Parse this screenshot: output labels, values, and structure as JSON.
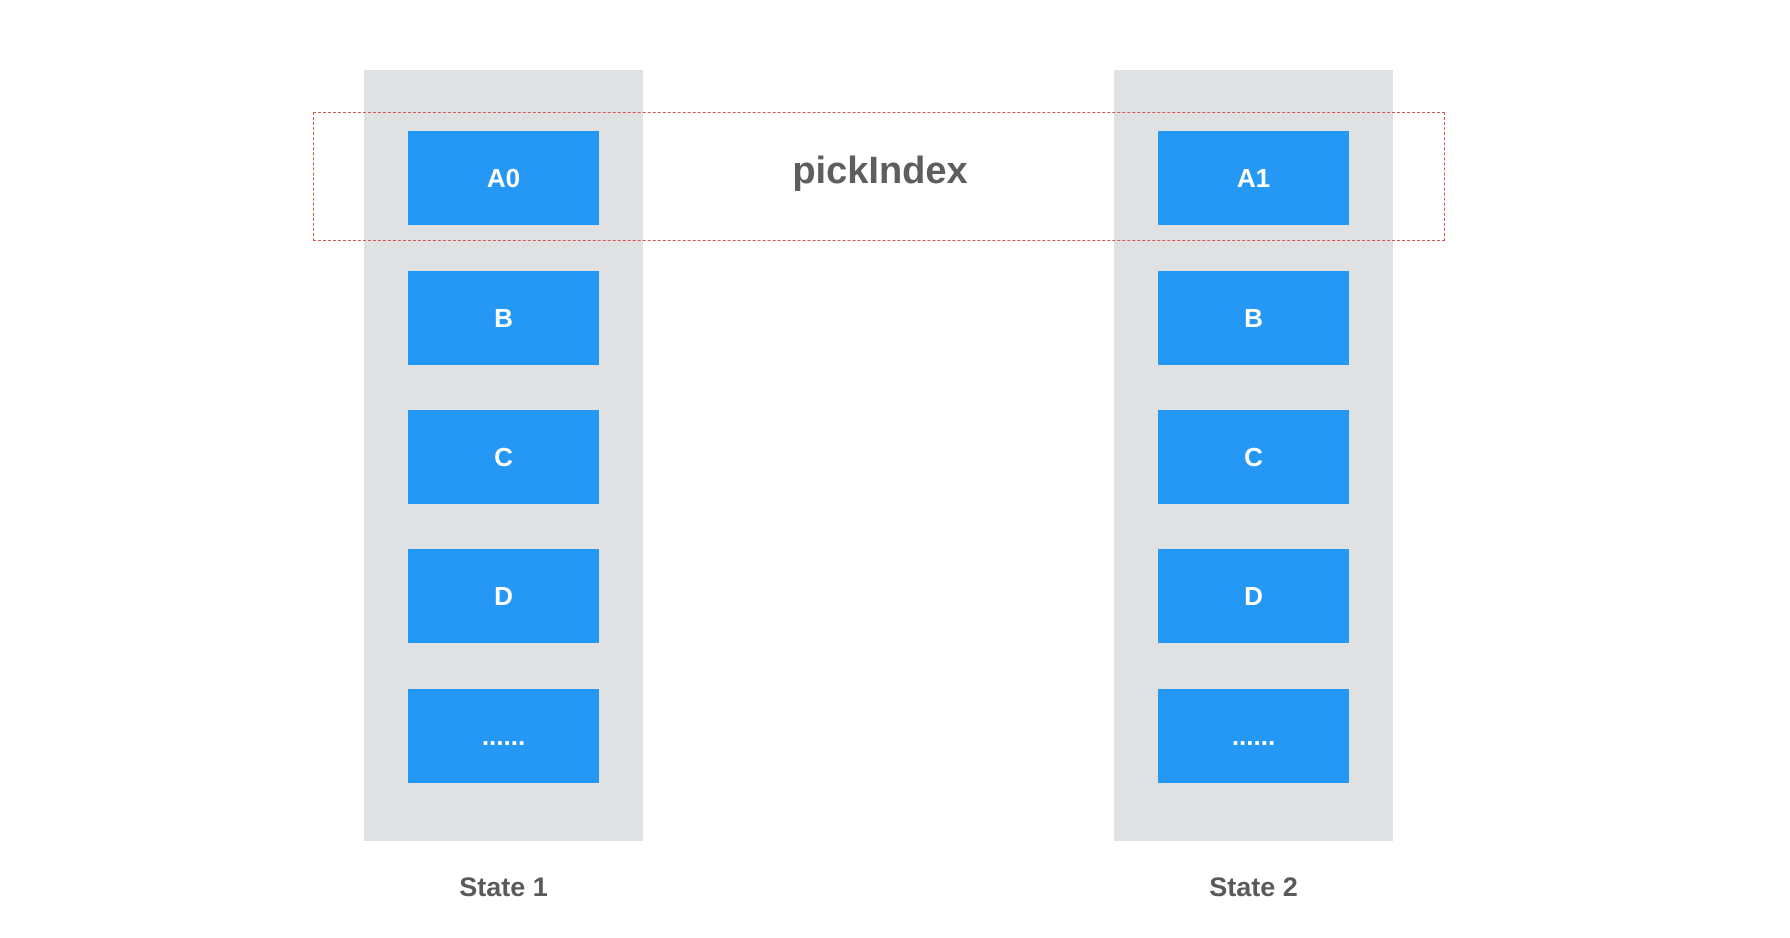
{
  "pick_label": "pickIndex",
  "states": [
    {
      "label": "State 1",
      "items": [
        "A0",
        "B",
        "C",
        "D",
        "......"
      ]
    },
    {
      "label": "State 2",
      "items": [
        "A1",
        "B",
        "C",
        "D",
        "......"
      ]
    }
  ],
  "colors": {
    "column_bg": "#e0e1e2",
    "block": "#2597f5",
    "highlight_border": "#d9534f",
    "label_text": "#5a5a5a"
  }
}
